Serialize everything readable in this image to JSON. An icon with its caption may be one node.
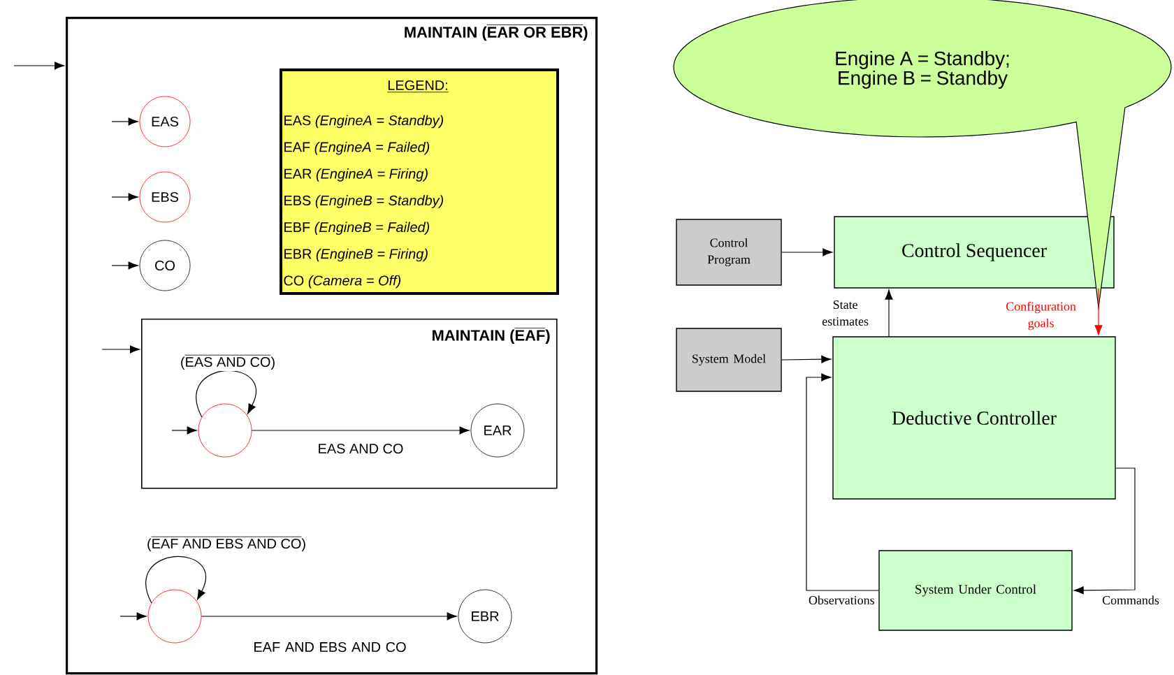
{
  "diagram": {
    "nodes": [
      {
        "text": [
          "\\textbf{MAINTAIN (}\\overline{\\textbf{EAR OR EBR}}\\textbf{)}"
        ]
      },
      {
        "text": [
          "LEGEND:",
          "EAS *(EngineA = Standby)*",
          "EAF *(EngineA = Failed)*",
          "EAR *(EngineA = Firing)*",
          "EBS *(EngineB = Standby)*",
          "EBF *(EngineB = Failed)*",
          "EBR *(EngineB = Firing)*",
          "CO *(Camera = Off)*"
        ],
        "in": 0
      },
      {
        "text": [
          "EAS"
        ],
        "in": 0
      },
      {
        "text": [
          "EBS"
        ],
        "in": 0
      },
      {
        "text": [
          "CO"
        ],
        "in": 0
      },
      {
        "text": [
          "\\textbf{MAINTAIN (}\\overline{\\textbf{EAF}}\\textbf{)}"
        ],
        "in": 0
      },
      {
        "text": [],
        "shape": "circle",
        "in": 5
      },
      {
        "text": [
          "EAR"
        ],
        "in": 5
      },
      {
        "text": [],
        "shape": "circle",
        "in": 0
      },
      {
        "text": [
          "EBR"
        ],
        "in": 0
      },
      {
        "text": [
          "Engine A = Standby; Engine B = Standby"
        ]
      },
      {
        "text": [
          "Control Program"
        ]
      },
      {
        "text": [
          "Control Sequencer"
        ]
      },
      {
        "text": [
          "System Model"
        ]
      },
      {
        "text": [
          "Deductive Controller"
        ]
      },
      {
        "text": [
          "System Under Control"
        ]
      }
    ],
    "edges": [
      {
        "from": null,
        "to": 0,
        "arrow": "to"
      },
      {
        "from": null,
        "to": 2,
        "arrow": "to"
      },
      {
        "from": null,
        "to": 3,
        "arrow": "to"
      },
      {
        "from": null,
        "to": 4,
        "arrow": "to"
      },
      {
        "from": null,
        "to": 5,
        "arrow": "to"
      },
      {
        "from": null,
        "to": 6,
        "arrow": "to"
      },
      {
        "from": 6,
        "to": 6,
        "arrow": "to",
        "label": "\\textnormal{(}\\overline{\\textnormal{EAS AND CO}}\\textnormal{)}"
      },
      {
        "from": 6,
        "to": 7,
        "arrow": "to",
        "label": "EAS AND CO"
      },
      {
        "from": null,
        "to": 8,
        "arrow": "to"
      },
      {
        "from": 8,
        "to": 8,
        "arrow": "to",
        "label": "\\textnormal{(}\\overline{\\textnormal{EAF AND EBS AND CO}}\\textnormal{)}"
      },
      {
        "from": 8,
        "to": 9,
        "arrow": "to",
        "label": "EAF AND EBS AND CO"
      },
      {
        "from": 11,
        "to": 12,
        "arrow": "to"
      },
      {
        "from": 14,
        "to": 12,
        "arrow": "to",
        "label": "State estimates"
      },
      {
        "from": 12,
        "to": 14,
        "arrow": "to",
        "label": "Configuration goals",
        "color": "#ff0000"
      },
      {
        "from": 13,
        "to": 14,
        "arrow": "to"
      },
      {
        "from": 15,
        "to": 14,
        "arrow": "to",
        "label": "Observations"
      },
      {
        "from": 14,
        "to": 15,
        "arrow": "to",
        "label": "Commands"
      }
    ]
  }
}
